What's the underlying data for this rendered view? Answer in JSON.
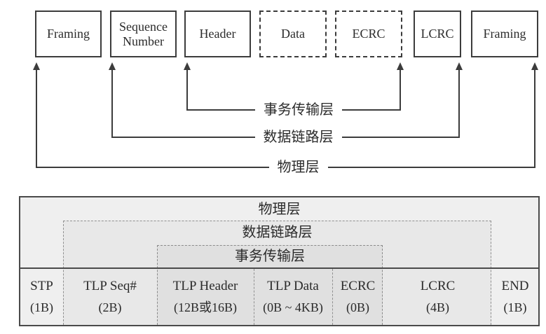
{
  "figure": {
    "description": "PCIe TLP packet structure diagram",
    "packet_fields": [
      {
        "label": "Framing",
        "border": "solid"
      },
      {
        "label": "Sequence Number",
        "border": "solid"
      },
      {
        "label": "Header",
        "border": "solid"
      },
      {
        "label": "Data",
        "border": "dashed"
      },
      {
        "label": "ECRC",
        "border": "dashed"
      },
      {
        "label": "LCRC",
        "border": "solid"
      },
      {
        "label": "Framing",
        "border": "solid"
      }
    ],
    "layer_brackets": [
      {
        "label": "事务传输层",
        "spans_fields": [
          "Header",
          "ECRC"
        ]
      },
      {
        "label": "数据链路层",
        "spans_fields": [
          "Sequence Number",
          "LCRC"
        ]
      },
      {
        "label": "物理层",
        "spans_fields": [
          "Framing",
          "Framing"
        ]
      }
    ],
    "table": {
      "layer_rows": {
        "physical": "物理层",
        "data_link": "数据链路层",
        "transaction": "事务传输层"
      },
      "cells": [
        {
          "name": "STP",
          "size": "(1B)"
        },
        {
          "name": "TLP Seq#",
          "size": "(2B)"
        },
        {
          "name": "TLP Header",
          "size": "(12B或16B)"
        },
        {
          "name": "TLP Data",
          "size": "(0B ~ 4KB)"
        },
        {
          "name": "ECRC",
          "size": "(0B)"
        },
        {
          "name": "LCRC",
          "size": "(4B)"
        },
        {
          "name": "END",
          "size": "(1B)"
        }
      ]
    },
    "colors": {
      "line": "#3c3c3c",
      "table_border": "#4a4a4a",
      "text": "#2b2b2b",
      "physical_fill": "#efefef",
      "data_link_fill": "#e8e8e8",
      "transaction_fill": "#e0e0e0",
      "background": "#ffffff"
    }
  }
}
